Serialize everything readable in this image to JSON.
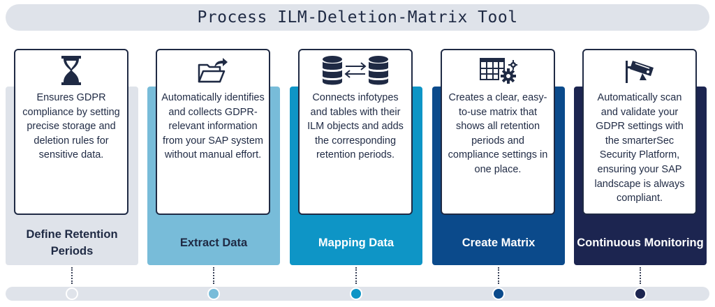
{
  "title": "Process ILM-Deletion-Matrix Tool",
  "steps": [
    {
      "label": "Define Retention Periods",
      "description": "Ensures GDPR compliance by setting precise storage and deletion rules for sensitive data.",
      "icon": "hourglass-icon",
      "color": "#dfe3ea",
      "label_color": "#1f2a44"
    },
    {
      "label": "Extract Data",
      "description": "Automatically identifies and collects GDPR-relevant information from your SAP system without manual effort.",
      "icon": "folder-export-icon",
      "color": "#78bcd9",
      "label_color": "#1f2a44"
    },
    {
      "label": "Mapping Data",
      "description": "Connects infotypes and tables with their ILM objects and adds the corresponding retention periods.",
      "icon": "database-exchange-icon",
      "color": "#0e95c6",
      "label_color": "#ffffff"
    },
    {
      "label": "Create Matrix",
      "description": "Creates a clear, easy-to-use matrix that shows all retention periods and compliance settings in one place.",
      "icon": "table-gear-icon",
      "color": "#0b4a8b",
      "label_color": "#ffffff"
    },
    {
      "label": "Continuous Monitoring",
      "description": "Automatically scan and validate your GDPR settings with the smarterSec Security Platform, ensuring your SAP landscape is always compliant.",
      "icon": "security-camera-icon",
      "color": "#1c2550",
      "label_color": "#ffffff"
    }
  ]
}
